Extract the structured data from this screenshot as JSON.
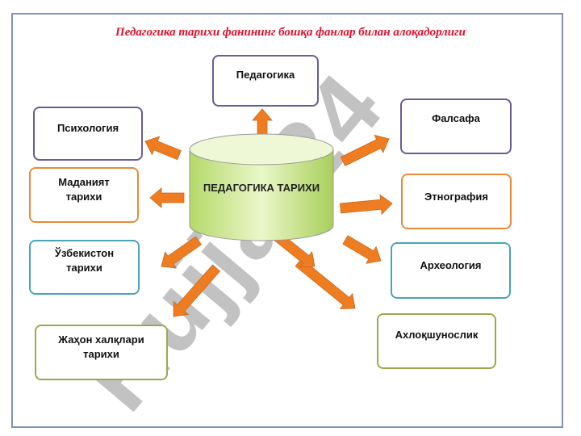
{
  "title": "Педагогика тарихи фанининг бошқа фанлар билан алоқадорлиги",
  "center": "ПЕДАГОГИКА ТАРИХИ",
  "boxes": {
    "pedagogika": "Педагогика",
    "psixologiya": "Психология",
    "falsafa": "Фалсафа",
    "madaniyat": "Маданият тарихи",
    "etnografiya": "Этнография",
    "uzbekiston": "Ўзбекистон тарихи",
    "arxeologiya": "Археология",
    "jahon": "Жаҳон халқлари тарихи",
    "axloqshunoslik": "Ахлоқшунослик"
  },
  "watermark": "Hujjat24",
  "colors": {
    "title": "#e0102a",
    "arrow": "#ee7d22",
    "frame": "#7f93b5"
  }
}
